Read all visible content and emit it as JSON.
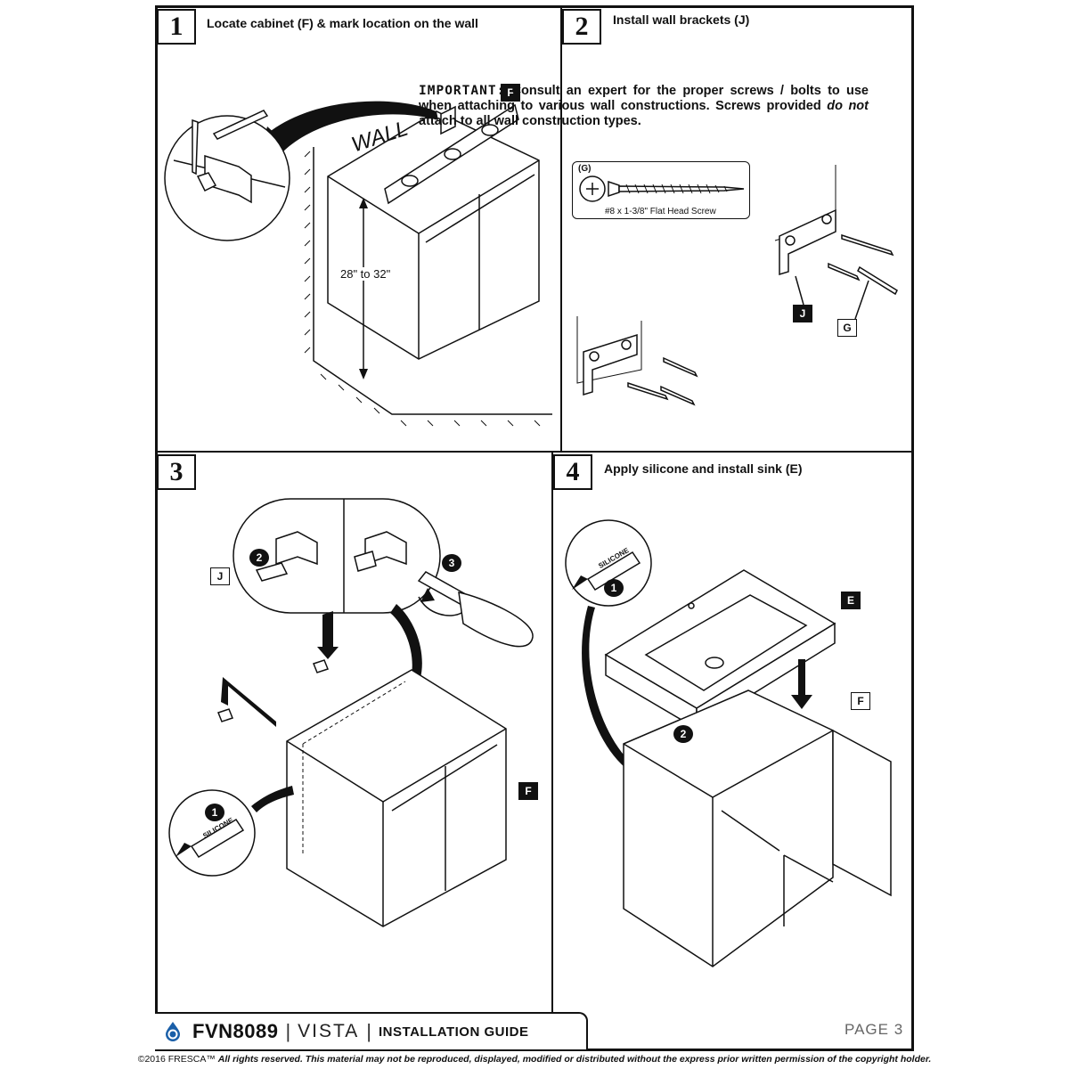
{
  "steps": [
    {
      "number": "1",
      "title": "Locate cabinet (F) & mark location on the wall"
    },
    {
      "number": "2",
      "title": "Install wall brackets (J)"
    },
    {
      "number": "3",
      "title": ""
    },
    {
      "number": "4",
      "title": "Apply silicone and install sink (E)"
    }
  ],
  "step1": {
    "wall_label": "WALL",
    "dimension": "28\" to 32\"",
    "callout_f": "F"
  },
  "step2": {
    "important_lead": "IMPORTANT:",
    "important_text_1": "Consult an expert for the proper screws / bolts to use when attaching to various wall constructions. Screws provided",
    "important_em": "do not",
    "important_text_2": "attach to all wall construction types.",
    "screw_tag": "(G)",
    "screw_caption": "#8 x 1-3/8\" Flat Head Screw",
    "callout_j": "J",
    "callout_g": "G"
  },
  "step3": {
    "callout_j": "J",
    "callout_f": "F",
    "num_1": "1",
    "num_2": "2",
    "num_3": "3",
    "silicone": "SILICONE"
  },
  "step4": {
    "callout_e": "E",
    "callout_f": "F",
    "num_1": "1",
    "num_2": "2",
    "silicone": "SILICONE"
  },
  "footer": {
    "model": "FVN8089",
    "separator": "|",
    "series": "VISTA",
    "guide": "INSTALLATION GUIDE",
    "page": "PAGE 3"
  },
  "copyright": {
    "lead": "©2016 FRESCA™",
    "rest": "All rights reserved. This material may not be reproduced, displayed, modified or distributed without the express prior written permission of the copyright holder."
  },
  "colors": {
    "ink": "#111111",
    "logo_blue": "#1a5fa8",
    "page_gray": "#666666"
  }
}
